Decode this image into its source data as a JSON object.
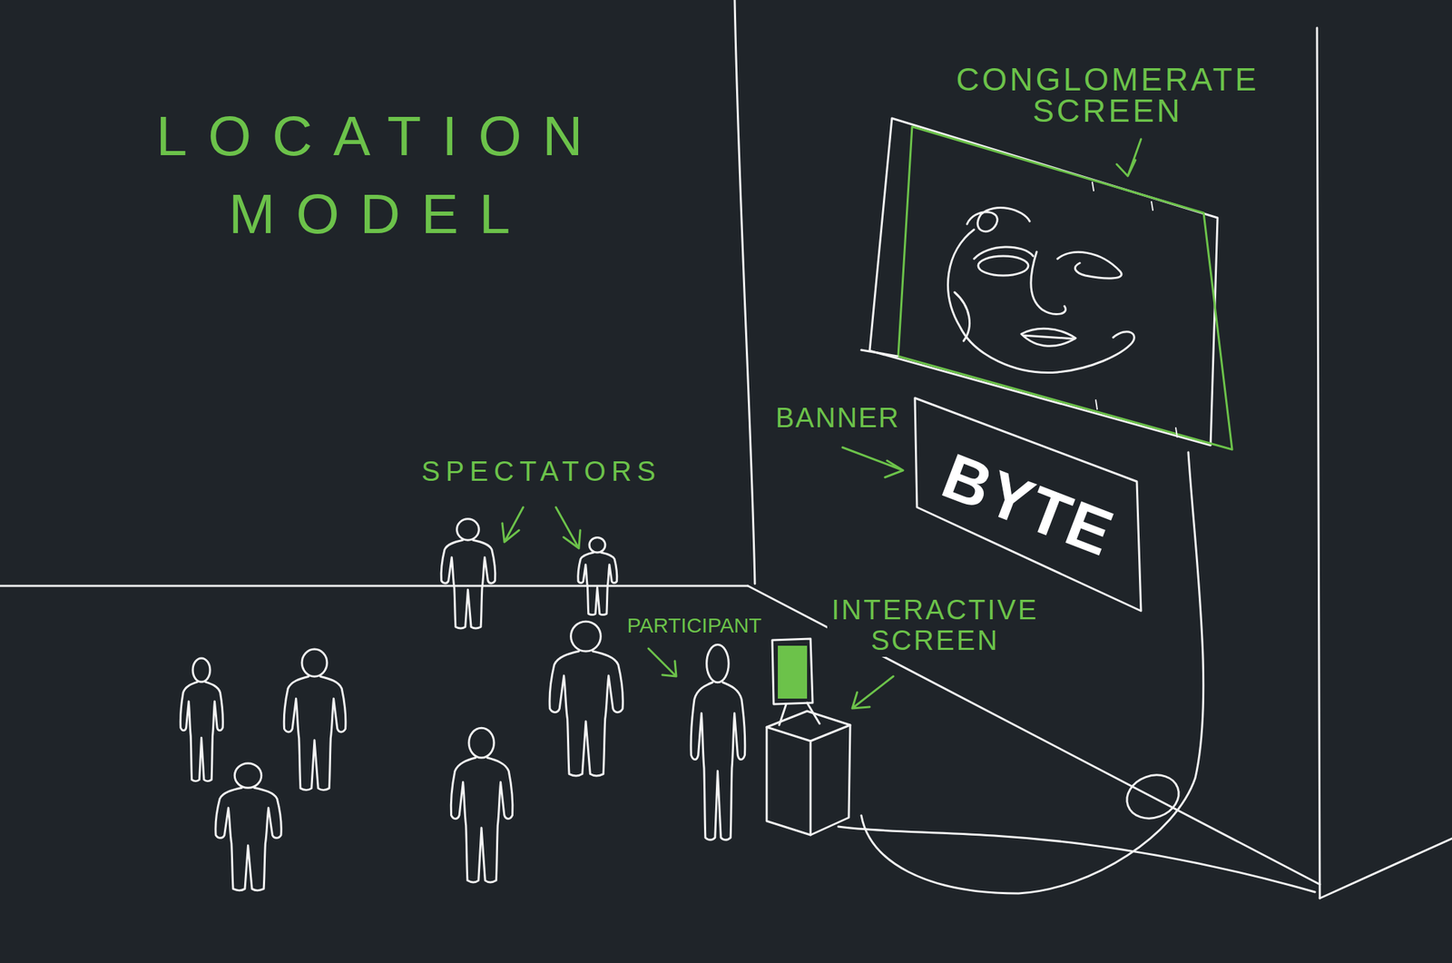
{
  "diagram": {
    "title": "LOCATION MODEL",
    "nodes": [
      {
        "text": [
          "BYTE"
        ]
      }
    ],
    "labels": [
      "CONGLOMERATE SCREEN",
      "BANNER",
      "SPECTATORS",
      "PARTICIPANT",
      "INTERACTIVE SCREEN"
    ]
  }
}
